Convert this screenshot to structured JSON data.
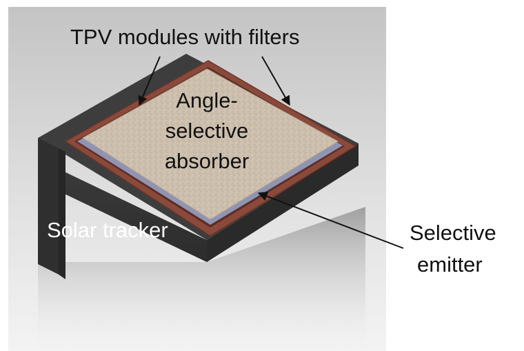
{
  "labels": {
    "tpv_modules": "TPV modules with filters",
    "absorber_line1": "Angle-",
    "absorber_line2": "selective",
    "absorber_line3": "absorber",
    "solar_tracker": "Solar tracker",
    "emitter_line1": "Selective",
    "emitter_line2": "emitter"
  },
  "colors": {
    "absorber_surface": "#cdbfae",
    "frame_copper": "#8a4a3b",
    "emitter_layer": "#8f94b3",
    "tracker_body": "#3a3a3a",
    "background": "#d9d9d9"
  }
}
